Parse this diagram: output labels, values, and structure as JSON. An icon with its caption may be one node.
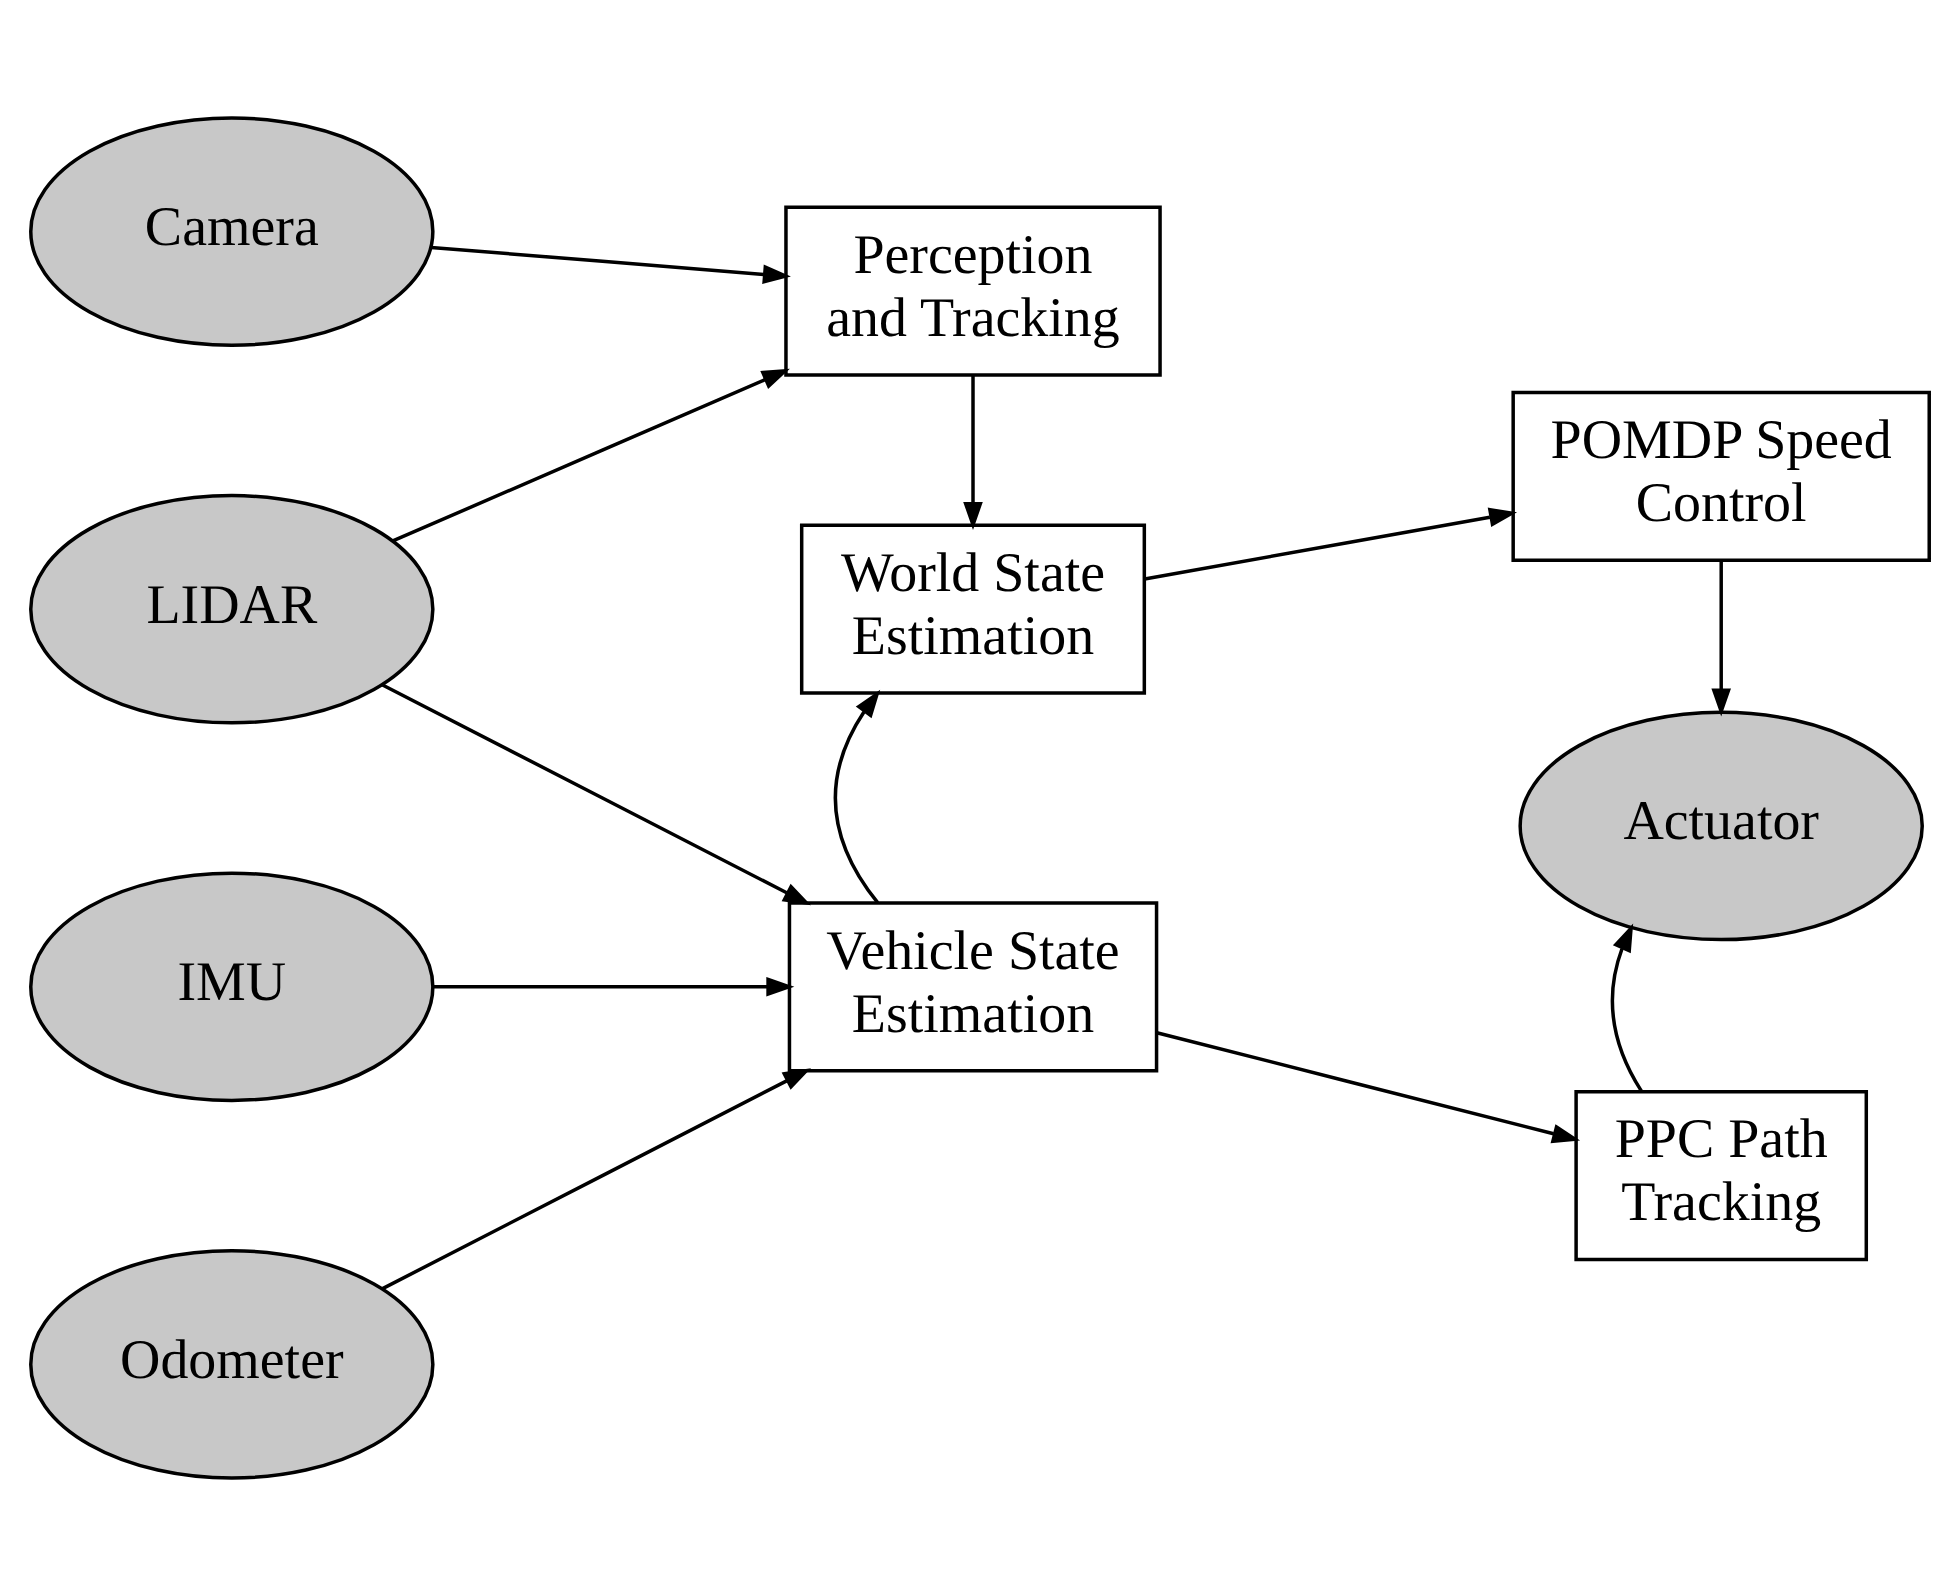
{
  "diagram": {
    "nodes": [
      {
        "text": [
          "Camera"
        ]
      },
      {
        "text": [
          "LIDAR"
        ]
      },
      {
        "text": [
          "IMU"
        ]
      },
      {
        "text": [
          "Odometer"
        ]
      },
      {
        "text": [
          "Perception and Tracking"
        ]
      },
      {
        "text": [
          "World State Estimation"
        ]
      },
      {
        "text": [
          "Vehicle State Estimation"
        ]
      },
      {
        "text": [
          "POMDP Speed Control"
        ]
      },
      {
        "text": [
          "Actuator"
        ]
      },
      {
        "text": [
          "PPC Path Tracking"
        ]
      }
    ],
    "edges": [
      {
        "from": 0,
        "to": 4,
        "arrow": "to"
      },
      {
        "from": 1,
        "to": 4,
        "arrow": "to"
      },
      {
        "from": 1,
        "to": 6,
        "arrow": "to"
      },
      {
        "from": 2,
        "to": 6,
        "arrow": "to"
      },
      {
        "from": 3,
        "to": 6,
        "arrow": "to"
      },
      {
        "from": 4,
        "to": 5,
        "arrow": "to"
      },
      {
        "from": 6,
        "to": 5,
        "arrow": "to"
      },
      {
        "from": 5,
        "to": 7,
        "arrow": "to"
      },
      {
        "from": 7,
        "to": 8,
        "arrow": "to"
      },
      {
        "from": 6,
        "to": 9,
        "arrow": "to"
      },
      {
        "from": 9,
        "to": 8,
        "arrow": "to"
      }
    ]
  }
}
